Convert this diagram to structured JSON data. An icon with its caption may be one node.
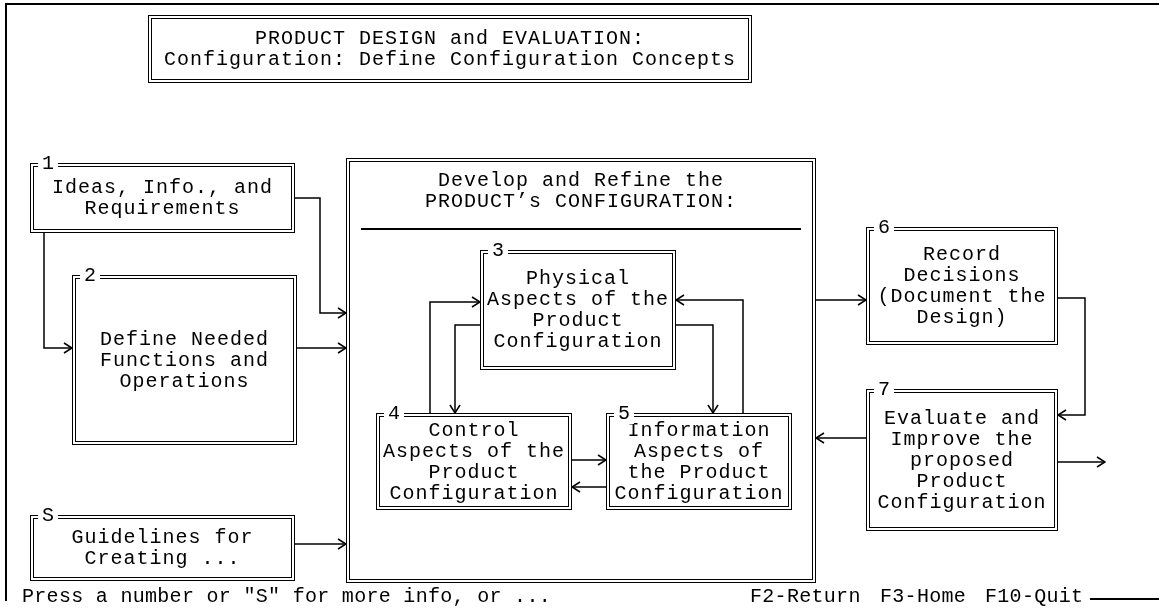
{
  "diagram": {
    "nodes": [
      {
        "text": [
          "PRODUCT DESIGN and EVALUATION:",
          "Configuration: Define Configuration Concepts"
        ]
      },
      {
        "text": [
          "1",
          "Ideas, Info., and Requirements"
        ]
      },
      {
        "text": [
          "2",
          "Define Needed Functions and Operations"
        ]
      },
      {
        "text": [
          "S",
          "Guidelines for Creating ..."
        ]
      },
      {
        "text": [
          "Develop and Refine the PRODUCT’s CONFIGURATION:"
        ]
      },
      {
        "text": [
          "3",
          "Physical Aspects of the Product Configuration"
        ],
        "in": 4
      },
      {
        "text": [
          "4",
          "Control Aspects of the Product Configuration"
        ],
        "in": 4
      },
      {
        "text": [
          "5",
          "Information Aspects of the Product Configuration"
        ],
        "in": 4
      },
      {
        "text": [
          "6",
          "Record Decisions (Document the Design)"
        ]
      },
      {
        "text": [
          "7",
          "Evaluate and Improve the proposed Product Configuration"
        ]
      }
    ],
    "edges": [
      {
        "from": 1,
        "to": 4,
        "arrow": "to"
      },
      {
        "from": 1,
        "to": 2,
        "arrow": "to"
      },
      {
        "from": 2,
        "to": 4,
        "arrow": "to"
      },
      {
        "from": 3,
        "to": 4,
        "arrow": "to"
      },
      {
        "from": 4,
        "to": 8,
        "arrow": "to"
      },
      {
        "from": 8,
        "to": 9,
        "arrow": "to"
      },
      {
        "from": 9,
        "to": 4,
        "arrow": "to"
      },
      {
        "from": 9,
        "to": null,
        "arrow": "to"
      },
      {
        "from": 6,
        "to": 5,
        "arrow": "to"
      },
      {
        "from": 5,
        "to": 6,
        "arrow": "to"
      },
      {
        "from": 5,
        "to": 7,
        "arrow": "to"
      },
      {
        "from": 7,
        "to": 5,
        "arrow": "to"
      },
      {
        "from": 6,
        "to": 7,
        "arrow": "to"
      },
      {
        "from": 7,
        "to": 6,
        "arrow": "to"
      }
    ],
    "labels": [
      "Press a number or \"S\" for more info, or ...",
      "F2-Return",
      "F3-Home",
      "F10-Quit"
    ]
  }
}
